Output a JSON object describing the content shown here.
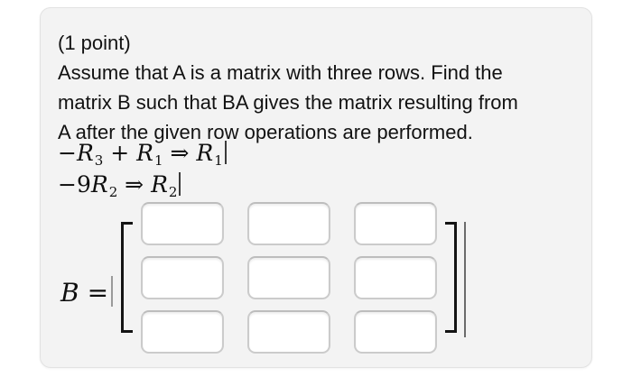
{
  "problem": {
    "points_label": "(1 point)",
    "lines": [
      "Assume that A is a matrix with three rows. Find the",
      "matrix B such that BA gives the matrix resulting from",
      "A after the given row operations are performed."
    ],
    "row_operations": [
      {
        "latex": "-R_3 + R_1 => R_1",
        "segments": [
          {
            "t": "−",
            "s": "op"
          },
          {
            "t": "R",
            "s": "var"
          },
          {
            "t": "3",
            "s": "sub"
          },
          {
            "t": " + ",
            "s": "op"
          },
          {
            "t": "R",
            "s": "var"
          },
          {
            "t": "1",
            "s": "sub"
          },
          {
            "t": " ⇒ ",
            "s": "op"
          },
          {
            "t": "R",
            "s": "var"
          },
          {
            "t": "1",
            "s": "sub"
          },
          {
            "t": "",
            "s": "cursor"
          }
        ]
      },
      {
        "latex": "-9R_2 => R_2",
        "segments": [
          {
            "t": "−9",
            "s": "op"
          },
          {
            "t": "R",
            "s": "var"
          },
          {
            "t": "2",
            "s": "sub"
          },
          {
            "t": " ⇒ ",
            "s": "op"
          },
          {
            "t": "R",
            "s": "var"
          },
          {
            "t": "2",
            "s": "sub"
          },
          {
            "t": "",
            "s": "cursor"
          }
        ]
      }
    ]
  },
  "answer": {
    "variable_label": "B",
    "equals_sign": "=",
    "matrix": {
      "rows": 3,
      "cols": 3,
      "cells": [
        "",
        "",
        "",
        "",
        "",
        "",
        "",
        "",
        ""
      ]
    }
  },
  "colors": {
    "card_background": "#f3f3f3",
    "card_border": "#e2e2e2",
    "text": "#121212",
    "bracket": "#141414",
    "input_background": "#ffffff",
    "input_border": "#cbcbcb",
    "cursor_gray": "#9a9a9a",
    "cursor_dark": "#3a3a3a"
  }
}
